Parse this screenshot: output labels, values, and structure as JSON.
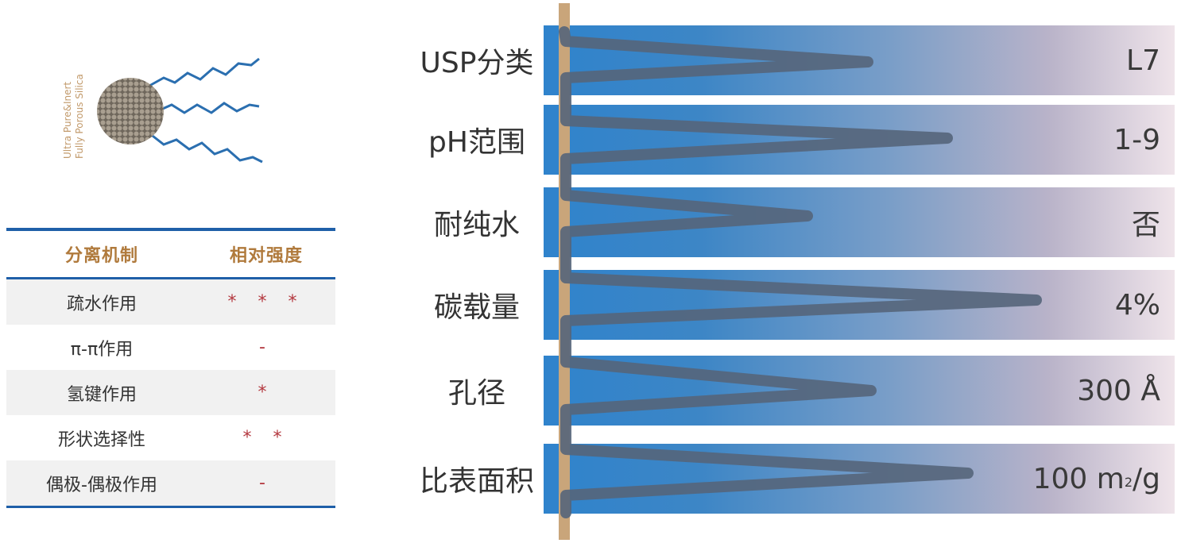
{
  "particle": {
    "caption_line1": "Ultra Pure&Inert",
    "caption_line2": "Fully Porous Silica",
    "colors": {
      "sphere": "#8f8577",
      "chains": "#2b6fb0",
      "caption": "#c29a6b"
    }
  },
  "mechanism_table": {
    "headers": {
      "mechanism": "分离机制",
      "strength": "相对强度"
    },
    "rows": [
      {
        "mechanism": "疏水作用",
        "strength": "* * *"
      },
      {
        "mechanism": "π-π作用",
        "strength": "-"
      },
      {
        "mechanism": "氢键作用",
        "strength": "*"
      },
      {
        "mechanism": "形状选择性",
        "strength": "* *"
      },
      {
        "mechanism": "偶极-偶极作用",
        "strength": "-"
      }
    ],
    "colors": {
      "rule": "#1f5fa8",
      "header_text": "#b07a3c",
      "stars": "#b3373e"
    }
  },
  "specs": {
    "rows": [
      {
        "label": "USP分类",
        "value": "L7"
      },
      {
        "label": "pH范围",
        "value": "1-9"
      },
      {
        "label": "耐纯水",
        "value": "否"
      },
      {
        "label": "碳载量",
        "value": "4%"
      },
      {
        "label": "孔径",
        "value": "300 Å"
      },
      {
        "label": "比表面积",
        "value_main": "100 m",
        "value_sup": "2",
        "value_tail": "/g"
      }
    ],
    "colors": {
      "band_start": "#2f83cc",
      "band_end": "#efe4ea",
      "stem": "#c9a57a",
      "zigzag": "#55657a"
    }
  }
}
